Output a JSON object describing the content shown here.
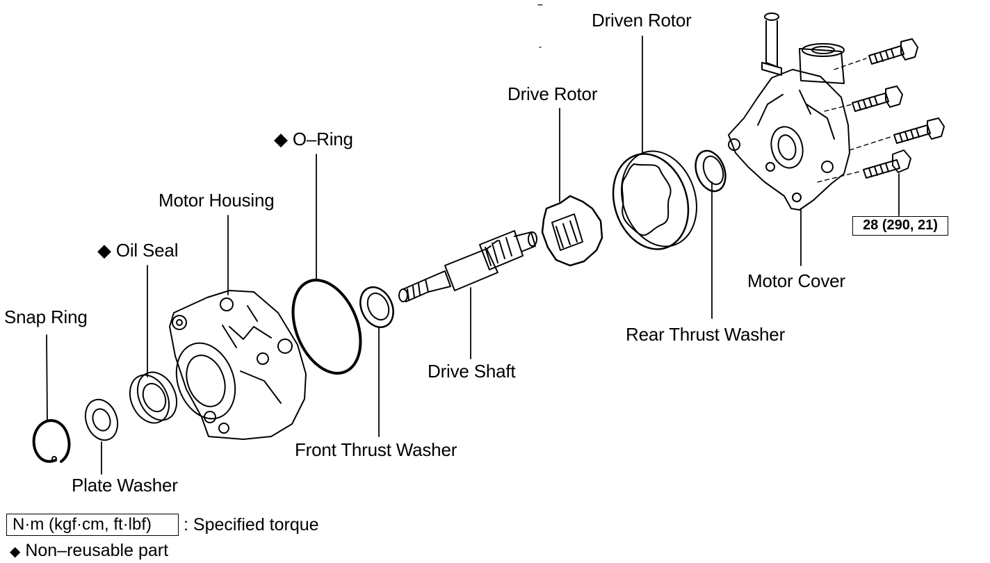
{
  "labels": {
    "driven_rotor": "Driven Rotor",
    "drive_rotor": "Drive Rotor",
    "o_ring": "O–Ring",
    "motor_housing": "Motor Housing",
    "oil_seal": "Oil Seal",
    "snap_ring": "Snap Ring",
    "plate_washer": "Plate Washer",
    "front_thrust_washer": "Front Thrust Washer",
    "drive_shaft": "Drive Shaft",
    "rear_thrust_washer": "Rear Thrust Washer",
    "motor_cover": "Motor Cover"
  },
  "torque_spec": "28 (290, 21)",
  "legend": {
    "torque_unit": "N·m (kgf·cm, ft·lbf)",
    "torque_desc": ": Specified torque",
    "non_reusable": "Non–reusable part"
  },
  "icons": {
    "non_reusable_marker": "diamond-icon"
  }
}
